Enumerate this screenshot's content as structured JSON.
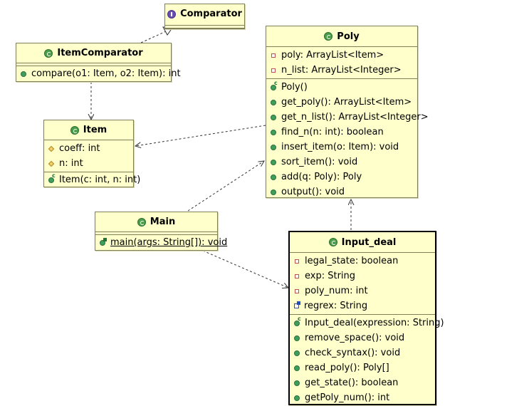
{
  "classes": {
    "comparator": {
      "name": "Comparator",
      "stereotype": "interface"
    },
    "item_comparator": {
      "name": "ItemComparator",
      "methods": [
        "compare(o1: Item, o2: Item): int"
      ]
    },
    "item": {
      "name": "Item",
      "fields": [
        "coeff: int",
        "n: int"
      ],
      "methods": [
        "Item(c: int, n: int)"
      ]
    },
    "poly": {
      "name": "Poly",
      "fields": [
        "poly: ArrayList<Item>",
        "n_list: ArrayList<Integer>"
      ],
      "methods": [
        "Poly()",
        "get_poly(): ArrayList<Item>",
        "get_n_list(): ArrayList<Integer>",
        "find_n(n: int): boolean",
        "insert_item(o: Item): void",
        "sort_item(): void",
        "add(q: Poly): Poly",
        "output(): void"
      ]
    },
    "main": {
      "name": "Main",
      "methods": [
        "main(args: String[]): void"
      ]
    },
    "input_deal": {
      "name": "Input_deal",
      "fields": [
        "legal_state: boolean",
        "exp: String",
        "poly_num: int",
        "regrex: String"
      ],
      "methods": [
        "Input_deal(expression: String)",
        "remove_space(): void",
        "check_syntax(): void",
        "read_poly(): Poly[]",
        "get_state(): boolean",
        "getPoly_num(): int"
      ]
    }
  },
  "icons": {
    "class": "class-icon",
    "interface": "interface-icon"
  },
  "colors": {
    "class_fill": "#ffffcc",
    "class_border": "#7f7f5a",
    "connector": "#333333"
  }
}
